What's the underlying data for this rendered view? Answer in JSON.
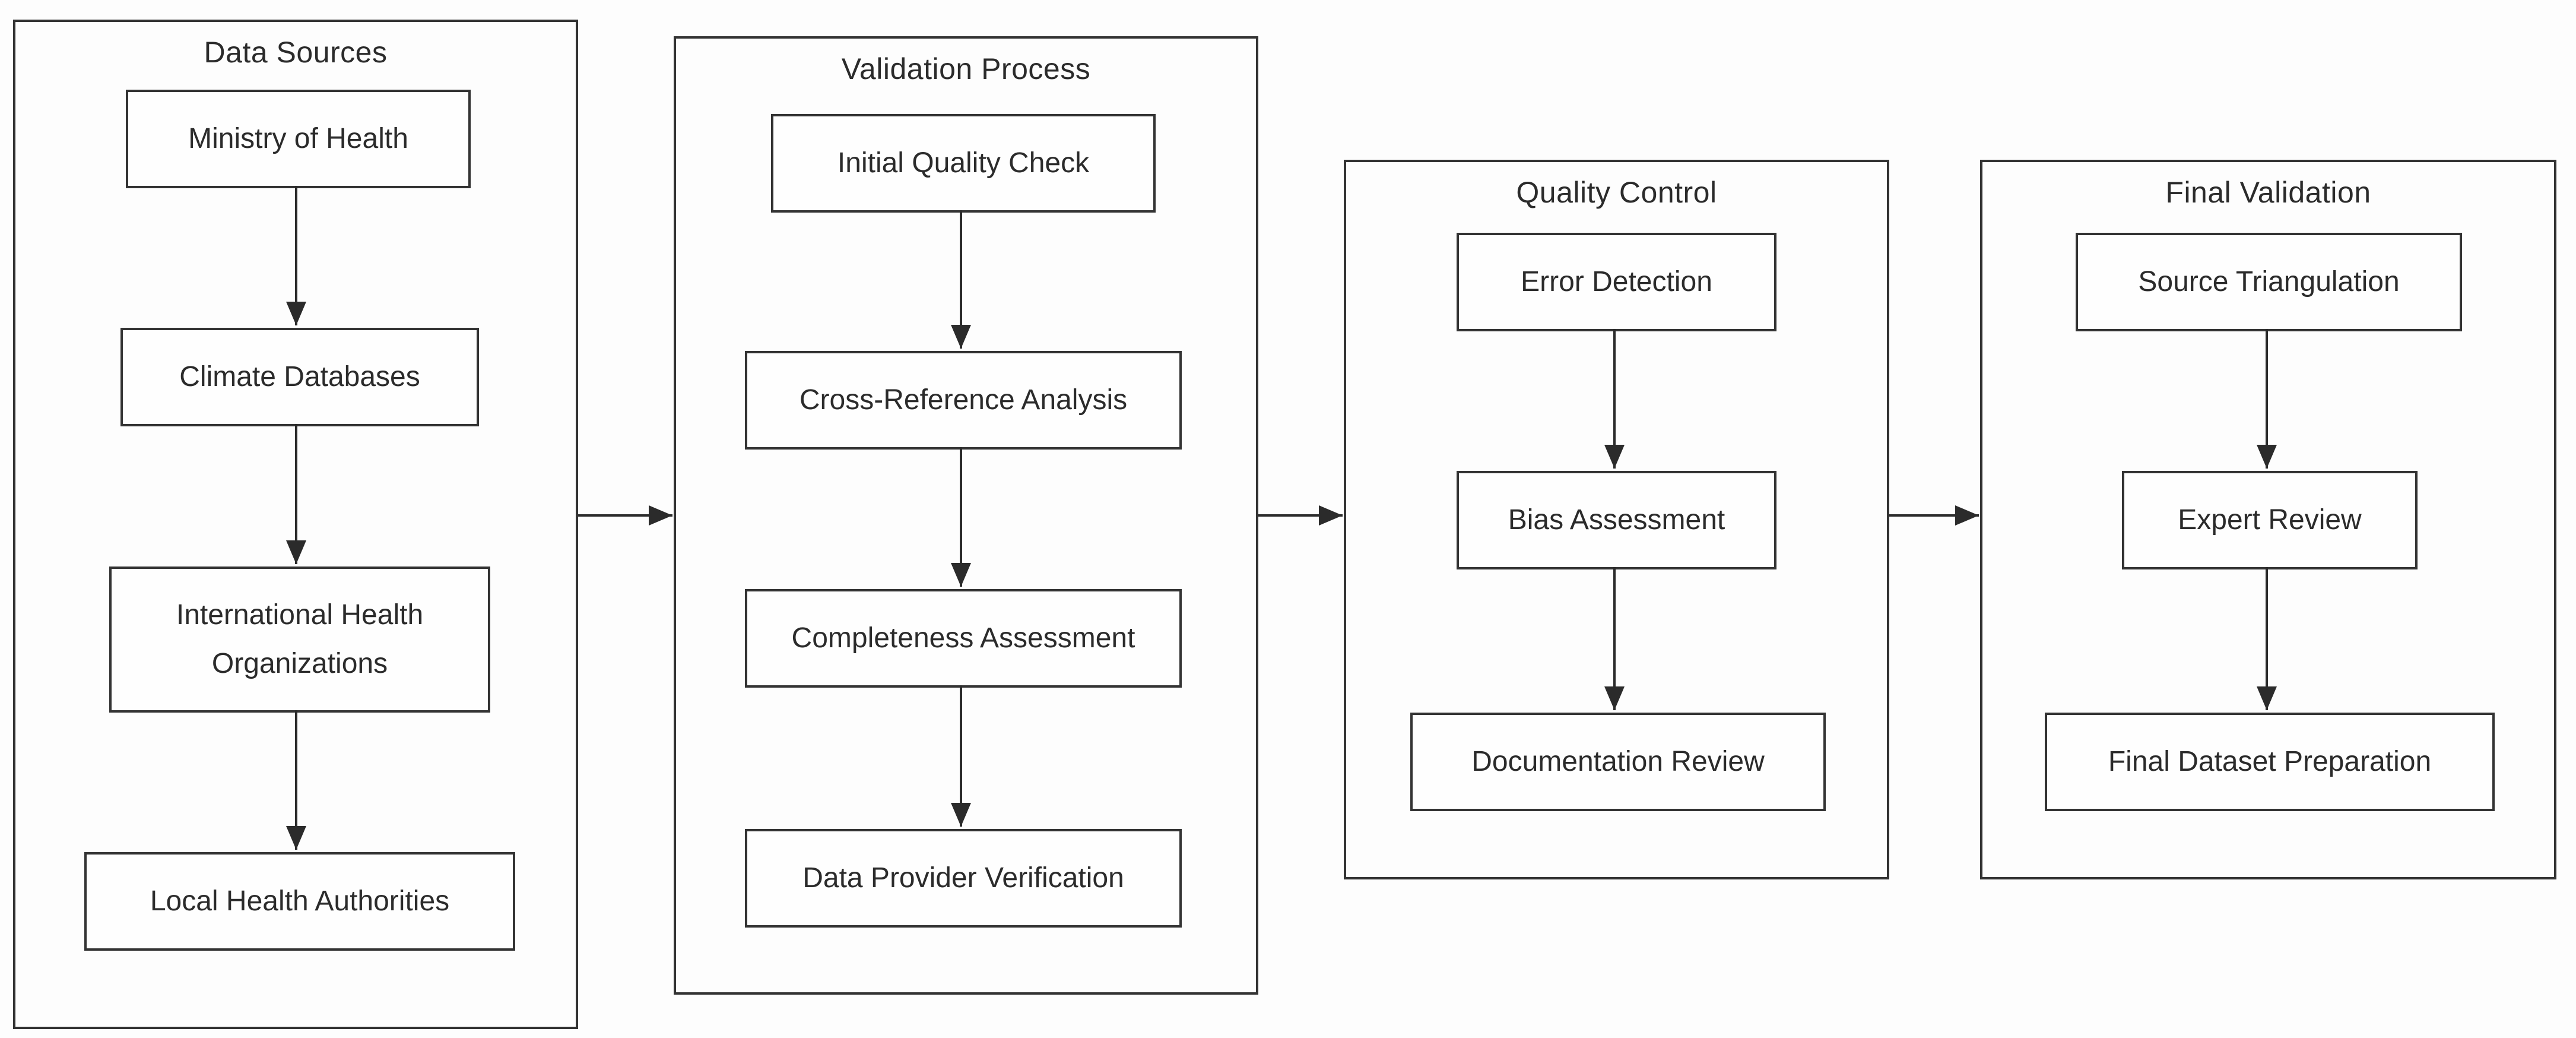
{
  "groups": [
    {
      "title": "Data Sources",
      "nodes": [
        {
          "label": "Ministry of Health"
        },
        {
          "label": "Climate Databases"
        },
        {
          "label": "International Health Organizations"
        },
        {
          "label": "Local Health Authorities"
        }
      ]
    },
    {
      "title": "Validation Process",
      "nodes": [
        {
          "label": "Initial Quality Check"
        },
        {
          "label": "Cross-Reference Analysis"
        },
        {
          "label": "Completeness Assessment"
        },
        {
          "label": "Data Provider Verification"
        }
      ]
    },
    {
      "title": "Quality Control",
      "nodes": [
        {
          "label": "Error Detection"
        },
        {
          "label": "Bias Assessment"
        },
        {
          "label": "Documentation Review"
        }
      ]
    },
    {
      "title": "Final Validation",
      "nodes": [
        {
          "label": "Source Triangulation"
        },
        {
          "label": "Expert Review"
        },
        {
          "label": "Final Dataset Preparation"
        }
      ]
    }
  ],
  "edges": [
    {
      "from": "Ministry of Health",
      "to": "Climate Databases"
    },
    {
      "from": "Climate Databases",
      "to": "International Health Organizations"
    },
    {
      "from": "International Health Organizations",
      "to": "Local Health Authorities"
    },
    {
      "from": "Initial Quality Check",
      "to": "Cross-Reference Analysis"
    },
    {
      "from": "Cross-Reference Analysis",
      "to": "Completeness Assessment"
    },
    {
      "from": "Completeness Assessment",
      "to": "Data Provider Verification"
    },
    {
      "from": "Error Detection",
      "to": "Bias Assessment"
    },
    {
      "from": "Bias Assessment",
      "to": "Documentation Review"
    },
    {
      "from": "Source Triangulation",
      "to": "Expert Review"
    },
    {
      "from": "Expert Review",
      "to": "Final Dataset Preparation"
    },
    {
      "from": "Data Sources",
      "to": "Validation Process"
    },
    {
      "from": "Validation Process",
      "to": "Quality Control"
    },
    {
      "from": "Quality Control",
      "to": "Final Validation"
    }
  ],
  "colors": {
    "line": "#2b2b2b",
    "border": "#333333",
    "text": "#2b2b2b",
    "background": "#fdfdfd"
  }
}
